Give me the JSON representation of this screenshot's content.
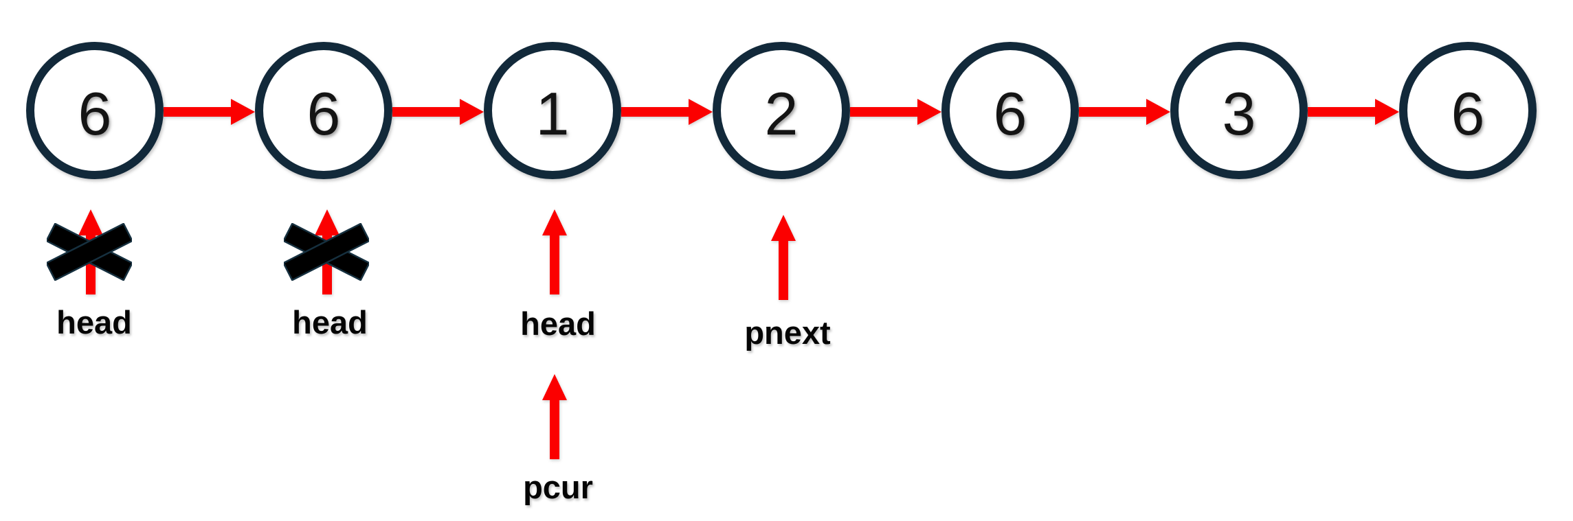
{
  "diagram": {
    "type": "singly-linked-list",
    "nodes": [
      "6",
      "6",
      "1",
      "2",
      "6",
      "3",
      "6"
    ],
    "pointer_labels": [
      {
        "text": "head",
        "node_index": 0,
        "crossed_out": true
      },
      {
        "text": "head",
        "node_index": 1,
        "crossed_out": true
      },
      {
        "text": "head",
        "node_index": 2,
        "crossed_out": false
      },
      {
        "text": "pnext",
        "node_index": 3,
        "crossed_out": false
      },
      {
        "text": "pcur",
        "points_to": "head",
        "crossed_out": false
      }
    ],
    "colors": {
      "node_border": "#12293a",
      "arrow_red": "#fb0000",
      "cross_black": "#000000",
      "text_black": "#050505"
    }
  }
}
